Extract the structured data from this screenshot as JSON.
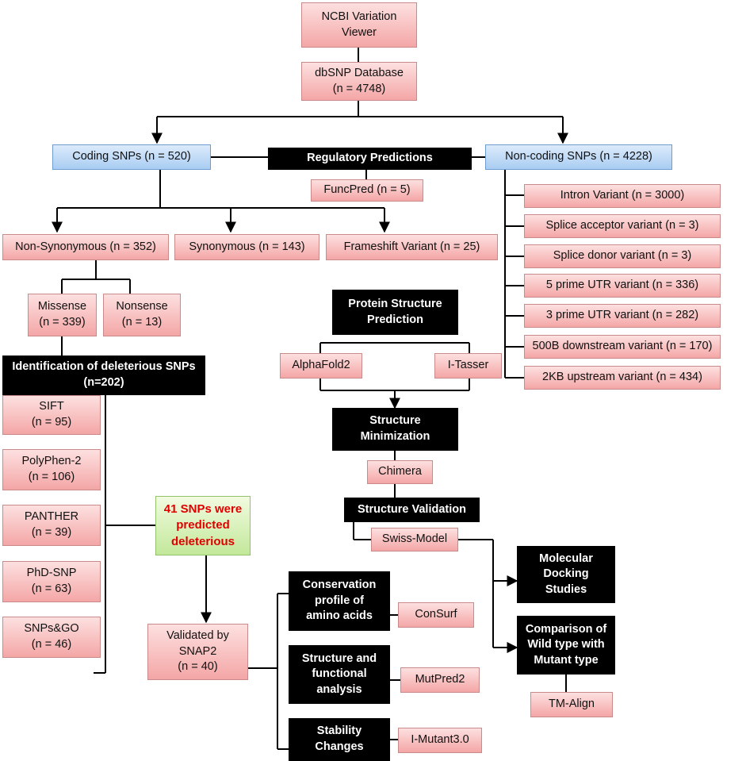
{
  "nodes": {
    "ncbi": "NCBI Variation\nViewer",
    "dbsnp": "dbSNP Database\n(n = 4748)",
    "coding": "Coding SNPs (n = 520)",
    "regulatory": "Regulatory Predictions",
    "noncoding": "Non-coding SNPs (n = 4228)",
    "funcpred": "FuncPred (n = 5)",
    "intron": "Intron Variant (n = 3000)",
    "splice_acceptor": "Splice acceptor variant (n = 3)",
    "splice_donor": "Splice donor variant (n = 3)",
    "utr5": "5 prime UTR variant (n = 336)",
    "utr3": "3 prime UTR variant (n = 282)",
    "downstream": "500B downstream variant (n = 170)",
    "upstream": "2KB upstream variant (n = 434)",
    "nonsyn": "Non-Synonymous (n = 352)",
    "syn": "Synonymous (n = 143)",
    "frameshift": "Frameshift Variant (n = 25)",
    "missense": "Missense\n(n = 339)",
    "nonsense": "Nonsense\n(n = 13)",
    "identification": "Identification of deleterious SNPs\n(n=202)",
    "sift": "SIFT\n(n = 95)",
    "polyphen": "PolyPhen-2\n(n = 106)",
    "panther": "PANTHER\n(n = 39)",
    "phdsnp": "PhD-SNP\n(n = 63)",
    "snpsgo": "SNPs&GO\n(n = 46)",
    "predicted": "41 SNPs were\npredicted\ndeleterious",
    "snap2": "Validated by\nSNAP2\n(n = 40)",
    "protein_structure": "Protein Structure\nPrediction",
    "alphafold": "AlphaFold2",
    "itasser": "I-Tasser",
    "minimization": "Structure\nMinimization",
    "chimera": "Chimera",
    "validation": "Structure Validation",
    "swissmodel": "Swiss-Model",
    "docking": "Molecular\nDocking\nStudies",
    "comparison": "Comparison of\nWild type with\nMutant type",
    "tmalign": "TM-Align",
    "conservation": "Conservation\nprofile of\namino acids",
    "consurf": "ConSurf",
    "structure_func": "Structure and\nfunctional\nanalysis",
    "mutpred": "MutPred2",
    "stability": "Stability\nChanges",
    "imutant": "I-Mutant3.0"
  }
}
